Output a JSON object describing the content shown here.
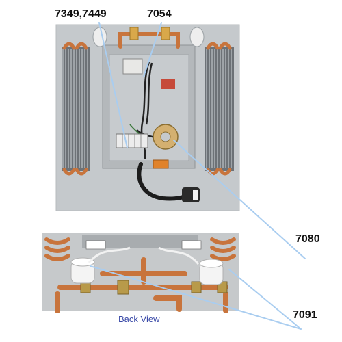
{
  "callouts": {
    "top_left": "7349,7449",
    "top_right": "7054",
    "middle_right": "7080",
    "bottom_right": "7091"
  },
  "caption": "Back View",
  "panels": {
    "top": "photo-front-unit-internals",
    "bottom": "photo-back-valves"
  },
  "colors": {
    "leader_line": "#a9cdf0",
    "caption": "#3a4aa8",
    "photo_bg": "#c4c8cb",
    "copper": "#c8743c",
    "fin": "#8a8f93"
  }
}
